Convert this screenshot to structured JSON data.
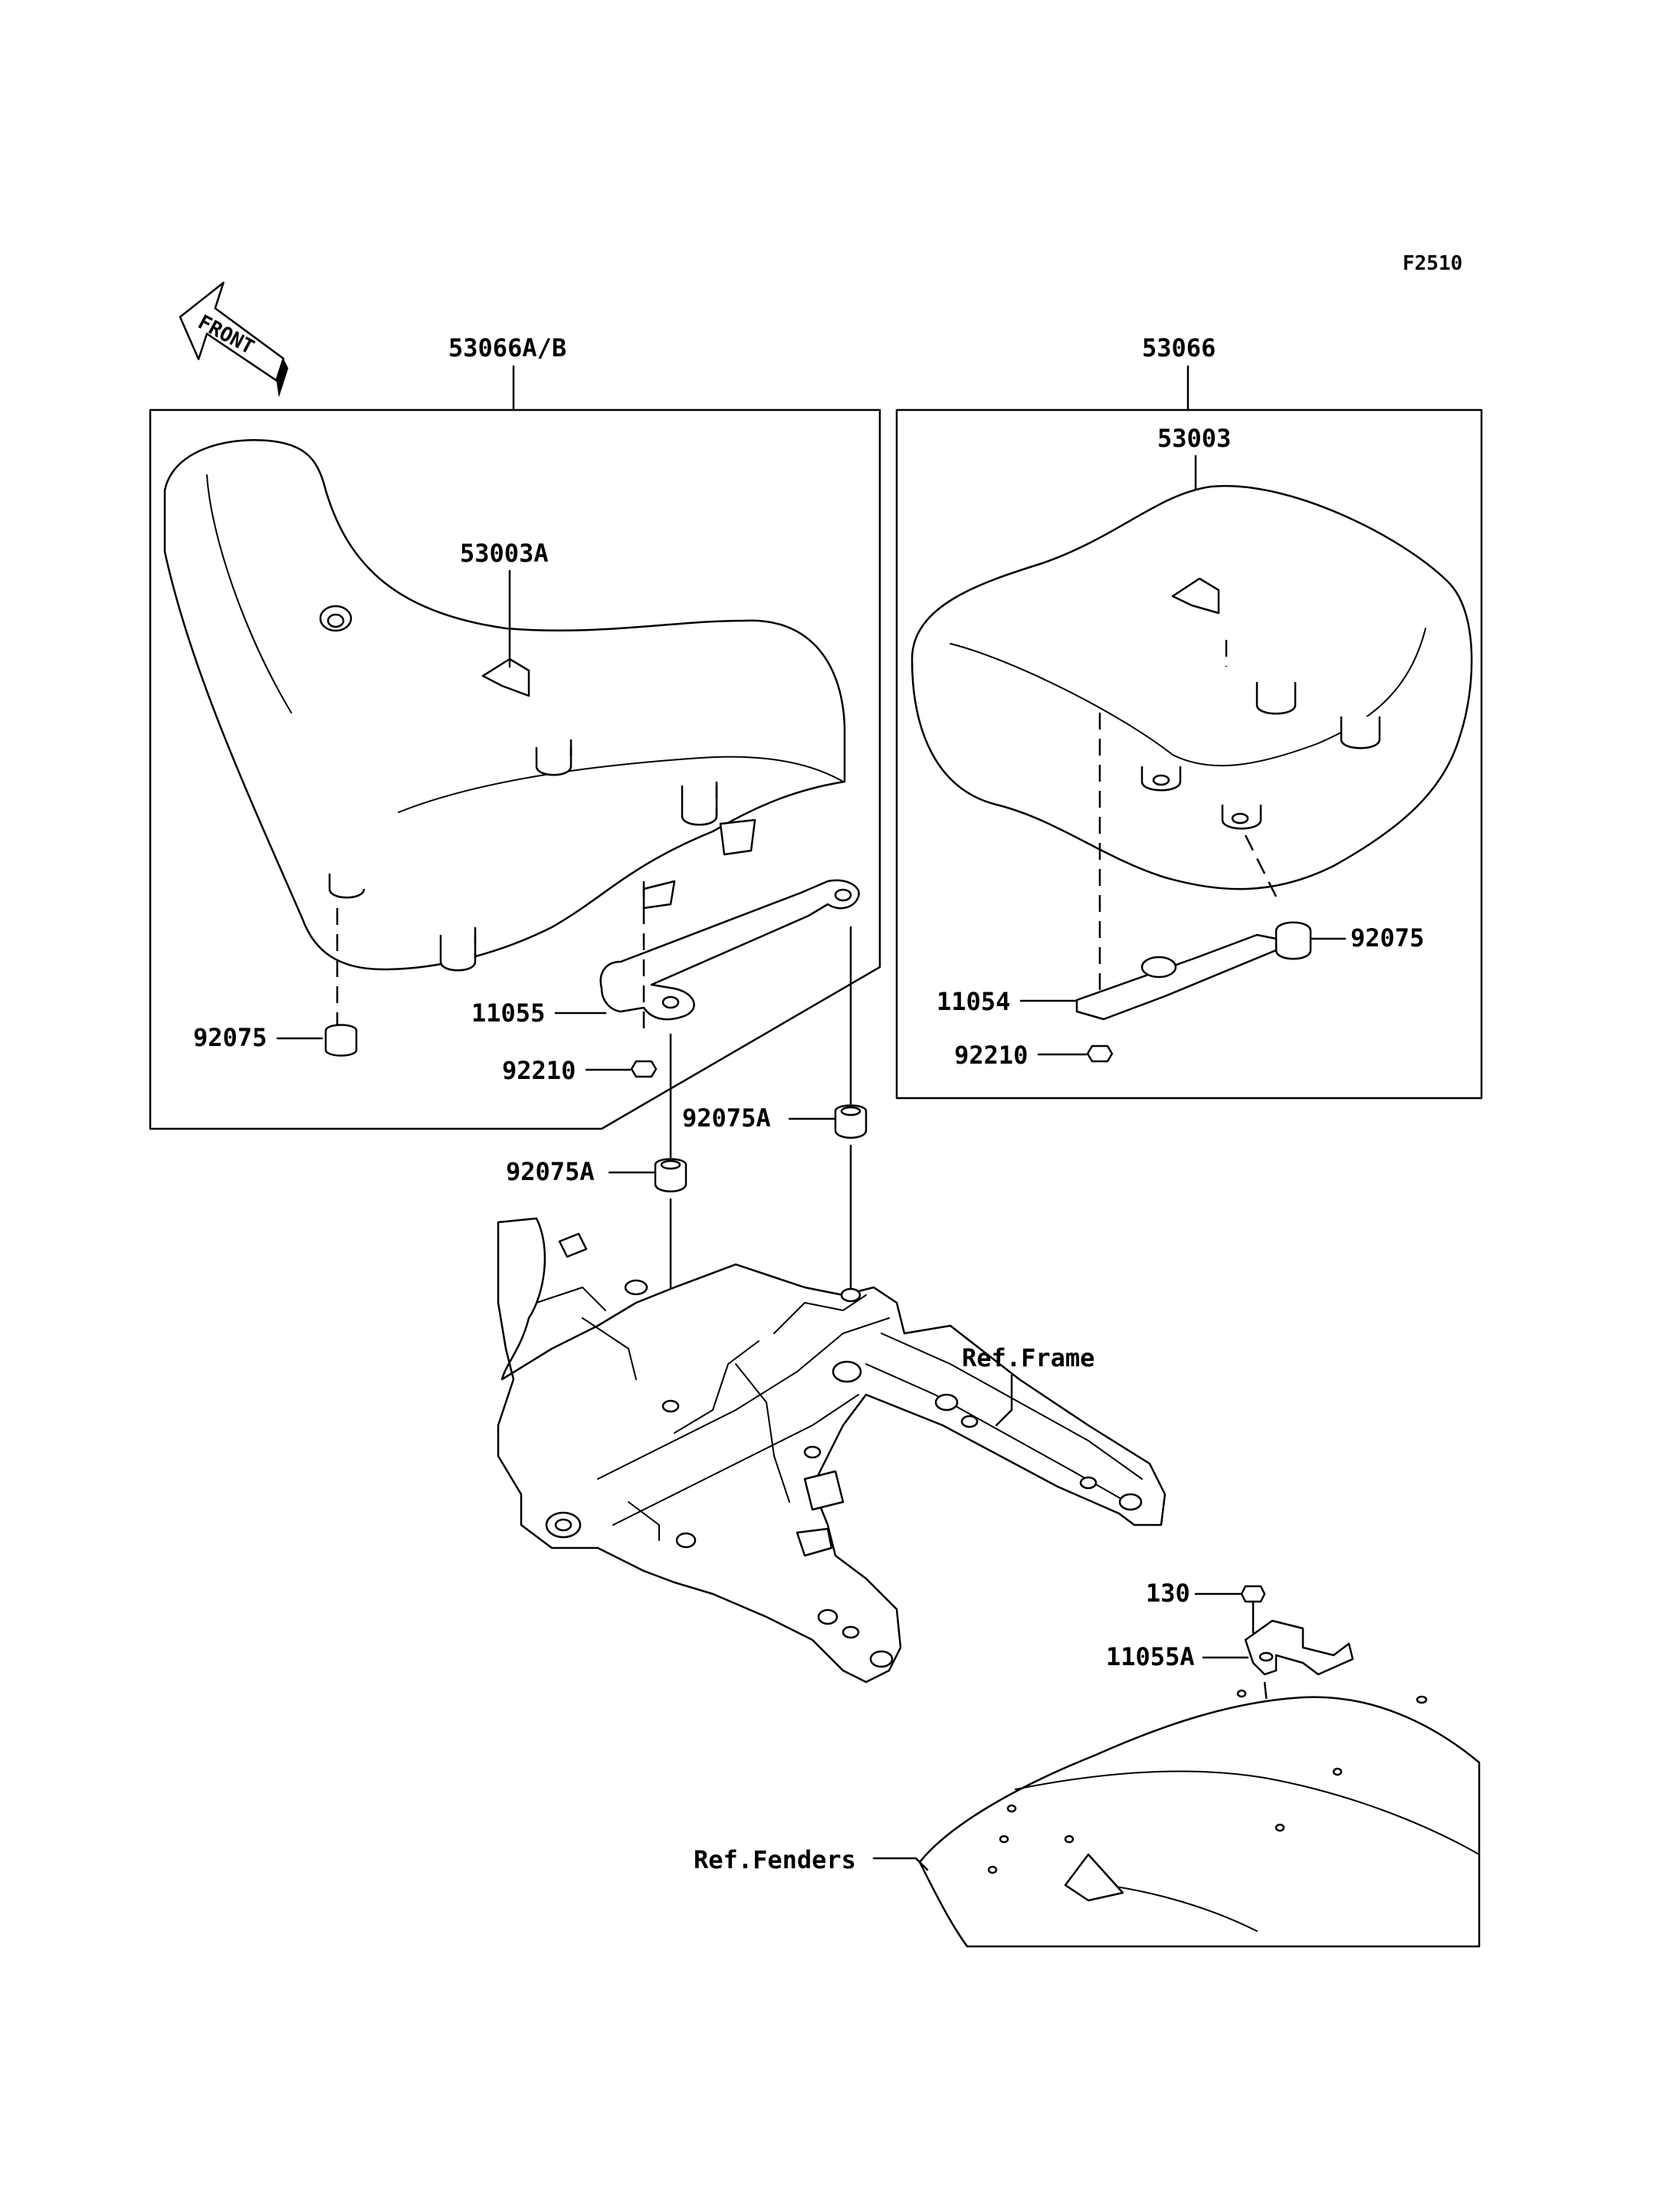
{
  "figure_code": "F2510",
  "front_arrow_label": "FRONT",
  "labels": {
    "seat_assy_main": "53066A/B",
    "seat_assy_rear": "53066",
    "seat_main_label": "53003A",
    "seat_rear_label": "53003",
    "damper_main": "92075",
    "damper_rear": "92075",
    "bracket_main": "11055",
    "bracket_rear": "11054",
    "nut_main": "92210",
    "nut_rear": "92210",
    "damper_a_right": "92075A",
    "damper_a_left": "92075A",
    "ref_frame": "Ref.Frame",
    "bolt": "130",
    "bracket_fender": "11055A",
    "ref_fenders": "Ref.Fenders"
  }
}
